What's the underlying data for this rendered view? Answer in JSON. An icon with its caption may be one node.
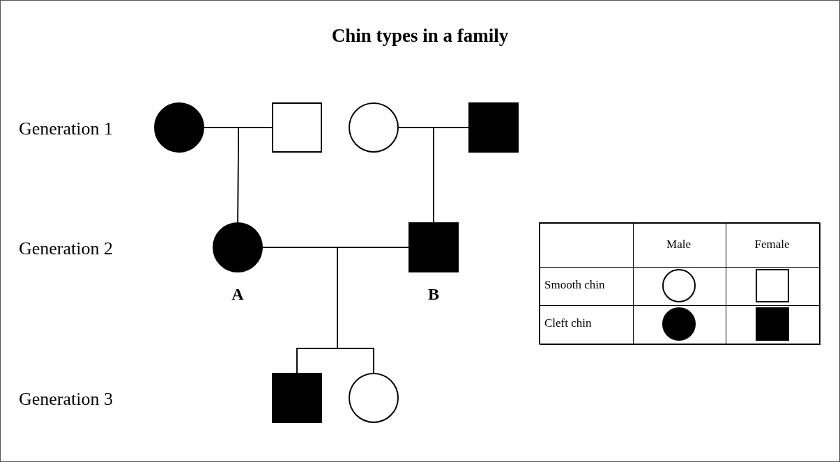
{
  "diagram": {
    "title": "Chin types in a family",
    "nodes": [
      {
        "text": [],
        "shape": "circle"
      },
      {
        "text": [],
        "shape": "box"
      },
      {
        "text": [],
        "shape": "circle"
      },
      {
        "text": [],
        "shape": "box"
      },
      {
        "text": [],
        "shape": "circle",
        "beside": [
          "A"
        ]
      },
      {
        "text": [],
        "shape": "box",
        "beside": [
          "B"
        ]
      },
      {
        "text": [],
        "shape": "box"
      },
      {
        "text": [],
        "shape": "circle"
      }
    ],
    "edges": [
      {
        "from": 0,
        "to": 1,
        "arrow": "none"
      },
      {
        "from": 2,
        "to": 3,
        "arrow": "none"
      },
      {
        "from": 4,
        "to": 5,
        "arrow": "none"
      },
      {
        "from": 0,
        "to": 4,
        "arrow": "none"
      },
      {
        "from": 1,
        "to": 4,
        "arrow": "none"
      },
      {
        "from": 2,
        "to": 5,
        "arrow": "none"
      },
      {
        "from": 3,
        "to": 5,
        "arrow": "none"
      },
      {
        "from": 4,
        "to": 6,
        "arrow": "none"
      },
      {
        "from": 5,
        "to": 6,
        "arrow": "none"
      },
      {
        "from": 4,
        "to": 7,
        "arrow": "none"
      },
      {
        "from": 5,
        "to": 7,
        "arrow": "none"
      }
    ],
    "labels": [
      "Generation 1",
      "Generation 2",
      "Generation 3",
      "Male",
      "Female",
      "Smooth chin",
      "Cleft chin"
    ]
  }
}
